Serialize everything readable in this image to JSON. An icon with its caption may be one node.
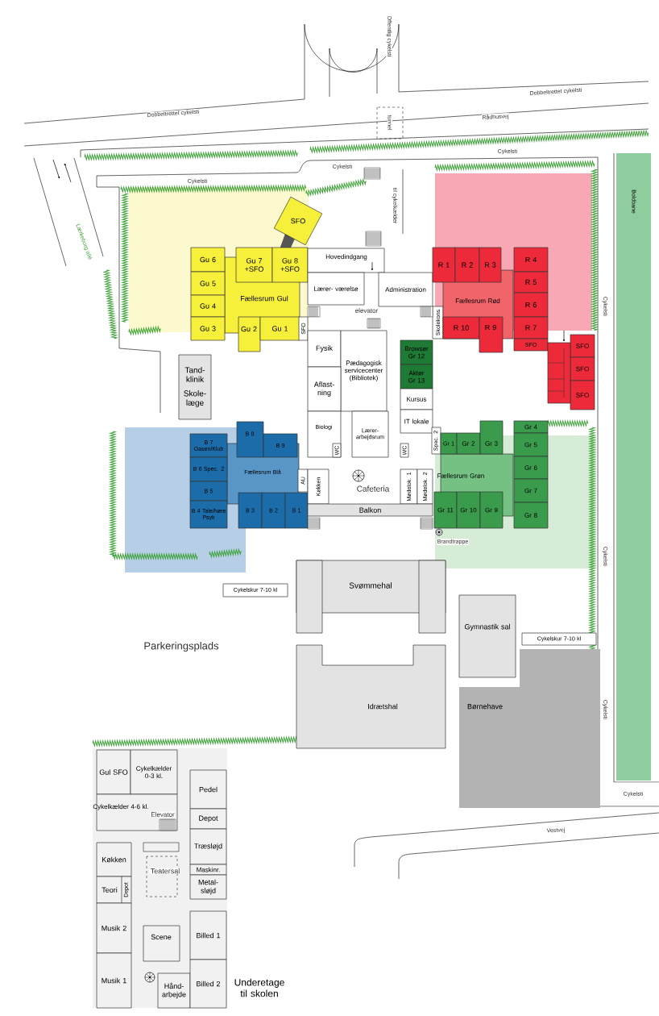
{
  "diagram": {
    "nodes": [
      {
        "text": [
          "Fællesrum Gul"
        ]
      },
      {
        "text": [
          "SFO"
        ]
      },
      {
        "text": [
          "Gu 6"
        ]
      },
      {
        "text": [
          "Gu 5"
        ]
      },
      {
        "text": [
          "Gu 4"
        ]
      },
      {
        "text": [
          "Gu 3"
        ]
      },
      {
        "text": [
          "Gu 7 +SFO"
        ]
      },
      {
        "text": [
          "Gu 8 +SFO"
        ]
      },
      {
        "text": [
          "Gu 2"
        ]
      },
      {
        "text": [
          "Gu 1"
        ]
      },
      {
        "text": [
          "SFO"
        ]
      },
      {
        "text": [
          "Hovedindgang"
        ]
      },
      {
        "text": [
          "Lærer- værelse"
        ]
      },
      {
        "text": [
          "Administration"
        ]
      },
      {
        "text": [
          "Fysik"
        ]
      },
      {
        "text": [
          "Pædagogisk servicecenter (Bibliotek)"
        ]
      },
      {
        "text": [
          "Aflast- ning"
        ]
      },
      {
        "text": [
          "Biologi"
        ]
      },
      {
        "text": [
          "Lærer- arbejdsrum"
        ]
      },
      {
        "text": [
          "WC"
        ],
        "in": 17
      },
      {
        "text": [
          "Browser Gr 12"
        ]
      },
      {
        "text": [
          "Aktør Gr 13"
        ]
      },
      {
        "text": [
          "Kursus"
        ]
      },
      {
        "text": [
          "IT lokale"
        ]
      },
      {
        "text": [
          "WC"
        ]
      },
      {
        "text": [
          "Skolekons"
        ]
      },
      {
        "text": [
          "Fællesrum Rød"
        ]
      },
      {
        "text": [
          "R 1"
        ]
      },
      {
        "text": [
          "R 2"
        ]
      },
      {
        "text": [
          "R 3"
        ]
      },
      {
        "text": [
          "R 4"
        ]
      },
      {
        "text": [
          "R 5"
        ]
      },
      {
        "text": [
          "R 6"
        ]
      },
      {
        "text": [
          "R 7"
        ]
      },
      {
        "text": [
          "SFO"
        ]
      },
      {
        "text": [
          "R 10"
        ],
        "in": 26
      },
      {
        "text": [
          "R 9"
        ]
      },
      {
        "text": [
          "SFO"
        ]
      },
      {
        "text": [
          "SFO"
        ]
      },
      {
        "text": [
          "SFO"
        ]
      },
      {
        "text": [
          "Tand- klinik",
          "Skole- læge"
        ]
      },
      {
        "text": [
          "Fællesrum Blå"
        ]
      },
      {
        "text": [
          "B 7 Oasen/Klub"
        ]
      },
      {
        "text": [
          "B 6 Spec. 2"
        ]
      },
      {
        "text": [
          "B 5"
        ]
      },
      {
        "text": [
          "B 4 Tale/høre Psyk"
        ]
      },
      {
        "text": [
          "B 8"
        ]
      },
      {
        "text": [
          "B 9"
        ]
      },
      {
        "text": [
          "B 3"
        ]
      },
      {
        "text": [
          "B 2"
        ]
      },
      {
        "text": [
          "B 1"
        ]
      },
      {
        "text": [
          "AU"
        ]
      },
      {
        "text": [
          "Køkken"
        ]
      },
      {
        "text": [
          "Mødelok. 1"
        ]
      },
      {
        "text": [
          "Mødelok. 2"
        ]
      },
      {
        "text": [
          "Balkon"
        ]
      },
      {
        "text": [
          "Fællesrum Grøn"
        ]
      },
      {
        "text": [
          "Spec. 2"
        ]
      },
      {
        "text": [
          "Gr 1"
        ]
      },
      {
        "text": [
          "Gr 2"
        ]
      },
      {
        "text": [
          "Gr 3"
        ]
      },
      {
        "text": [
          "Gr 4"
        ]
      },
      {
        "text": [
          "Gr 5"
        ]
      },
      {
        "text": [
          "Gr 6"
        ]
      },
      {
        "text": [
          "Gr 7"
        ]
      },
      {
        "text": [
          "Gr 8"
        ]
      },
      {
        "text": [
          "Gr 11"
        ]
      },
      {
        "text": [
          "Gr 10"
        ]
      },
      {
        "text": [
          "Gr 9"
        ]
      },
      {
        "text": [
          "Cykelskur 7-10 kl"
        ]
      },
      {
        "text": [
          "Svømmehal"
        ]
      },
      {
        "text": [
          "Gymnastik sal"
        ]
      },
      {
        "text": [
          "Cykelskur 7-10 kl"
        ]
      },
      {
        "text": [
          "Idrætshal"
        ]
      },
      {
        "text": [
          "Børnehave"
        ]
      },
      {
        "text": [
          "Boldbane"
        ]
      },
      {
        "text": [
          "Gul SFO"
        ]
      },
      {
        "text": [
          "Cykelkælder 0-3 kl."
        ]
      },
      {
        "text": [
          "Cykelkælder 4-6 kl."
        ]
      },
      {
        "text": [
          "Køkken"
        ]
      },
      {
        "text": [
          "Teori"
        ]
      },
      {
        "text": [
          "Depot"
        ]
      },
      {
        "text": [
          "Musik 2"
        ]
      },
      {
        "text": [
          "Musik 1"
        ]
      },
      {
        "text": [
          "Scene"
        ]
      },
      {
        "text": [
          "Hånd- arbejde"
        ]
      },
      {
        "text": [
          "Pedel"
        ]
      },
      {
        "text": [
          "Depot"
        ]
      },
      {
        "text": [
          "Træsløjd"
        ]
      },
      {
        "text": [
          "Maskinr."
        ]
      },
      {
        "text": [
          "Metal- sløjd"
        ]
      },
      {
        "text": [
          "Billed 1"
        ]
      },
      {
        "text": [
          "Billed 2"
        ]
      },
      {
        "text": [],
        "shape": "box"
      }
    ],
    "labels": [
      "Offentlig cykelsti",
      "Dobbeltrettet cykelsti",
      "Dobbeltrettet cykelsti",
      "Rådhusvej",
      "tunnel",
      "Cykelsti",
      "Cykelsti",
      "Cykelsti",
      "til cykelkælder",
      "Lærkeborg allé",
      "elevator",
      "Cykelsti",
      "Cafeteria",
      "Brandtrappe",
      "Cykelsti",
      "Parkeringsplads",
      "Cykelsti",
      "Cykelsti",
      "Vestvej",
      "Elevator",
      "Teatersal",
      "Underetage til skolen"
    ]
  }
}
